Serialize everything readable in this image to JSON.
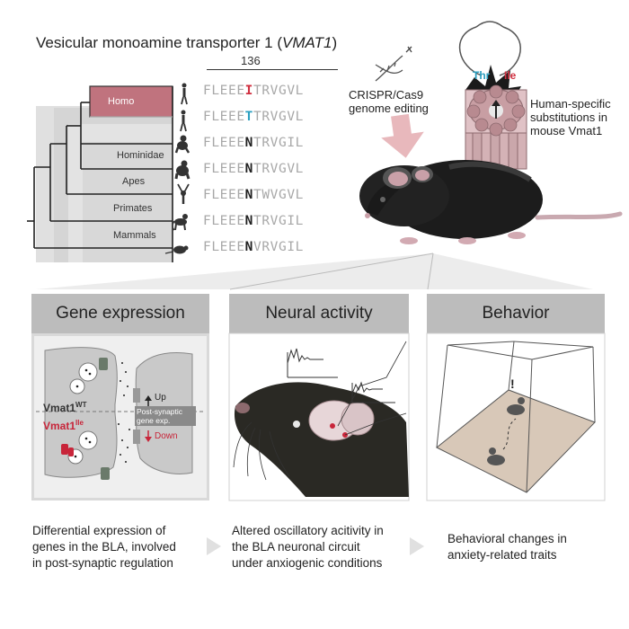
{
  "header": {
    "title_prefix": "Vesicular monoamine transporter 1 (",
    "title_gene": "VMAT1",
    "title_suffix": ")",
    "position": "136"
  },
  "tree": {
    "clades": [
      "Homo",
      "Hominidae",
      "Apes",
      "Primates",
      "Mammals"
    ],
    "highlight_color": "#c0737e"
  },
  "species_icons": [
    "human-icon",
    "neanderthal-icon",
    "chimpanzee-icon",
    "gorilla-icon",
    "gibbon-icon",
    "monkey-icon",
    "mouse-icon"
  ],
  "sequences": [
    {
      "pre": "FLEEE",
      "res": "I",
      "post": "TRVGVL",
      "style": "red"
    },
    {
      "pre": "FLEEE",
      "res": "T",
      "post": "TRVGVL",
      "style": "blue"
    },
    {
      "pre": "FLEEE",
      "res": "N",
      "post": "TRVGIL",
      "style": "dark"
    },
    {
      "pre": "FLEEE",
      "res": "N",
      "post": "TRVGVL",
      "style": "dark"
    },
    {
      "pre": "FLEEE",
      "res": "N",
      "post": "TWVGVL",
      "style": "dark"
    },
    {
      "pre": "FLEEE",
      "res": "N",
      "post": "TRVGIL",
      "style": "dark"
    },
    {
      "pre": "FLEEE",
      "res": "N",
      "post": "VRVGIL",
      "style": "dark"
    }
  ],
  "crispr": {
    "line1": "CRISPR/Cas9",
    "line2": "genome editing"
  },
  "substitution": {
    "thr": "Thr",
    "ile": "Ile",
    "line1": "Human-specific",
    "line2": "substitutions in",
    "line3": "mouse Vmat1"
  },
  "panels": [
    {
      "title": "Gene expression",
      "caption": [
        "Differential expression of",
        "genes in the BLA, involved",
        "in post-synaptic regulation"
      ]
    },
    {
      "title": "Neural activity",
      "caption": [
        "Altered oscillatory acitivity in",
        "the BLA neuronal circuit",
        "under anxiogenic conditions"
      ]
    },
    {
      "title": "Behavior",
      "caption": [
        "Behavioral changes in",
        "anxiety-related traits"
      ]
    }
  ],
  "synapse": {
    "wt": "Vmat1",
    "wt_sup": "WT",
    "ile": "Vmat1",
    "ile_sup": "Ile",
    "up": "Up",
    "down": "Down",
    "post1": "Post-synaptic",
    "post2": "gene exp."
  },
  "colors": {
    "red": "#d03040",
    "blue": "#2a9fc0",
    "panel_header": "#bcbcbc",
    "panel_bg": "#e8e8e8"
  }
}
